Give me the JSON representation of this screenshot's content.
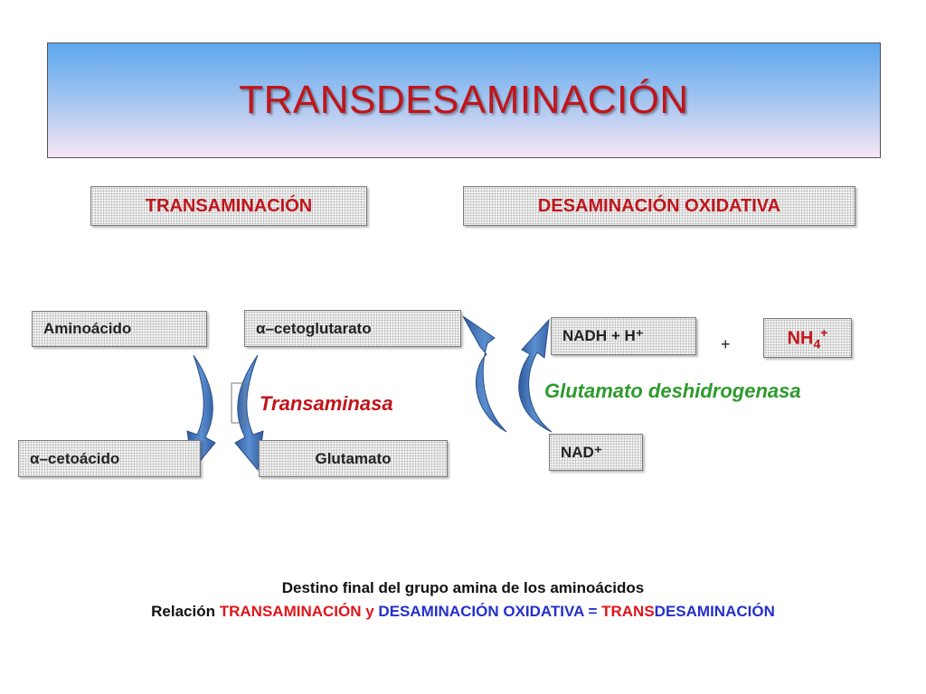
{
  "title": "TRANSDESAMINACIÓN",
  "sections": {
    "transamination": "TRANSAMINACIÓN",
    "oxidative_deamination": "DESAMINACIÓN OXIDATIVA"
  },
  "compounds": {
    "aminoacid": "Aminoácido",
    "alpha_ketoglutarate": "α–cetoglutarato",
    "alpha_ketoacid": "α–cetoácido",
    "glutamate": "Glutamato",
    "nadh": "NADH + H⁺",
    "nad": "NAD⁺",
    "ammonium_base": "NH",
    "ammonium_sub": "4",
    "ammonium_sup": "+"
  },
  "plus_sign": "+",
  "enzymes": {
    "transaminase": "Transaminasa",
    "glutamate_dehydrogenase": "Glutamato deshidrogenasa"
  },
  "colors": {
    "title_red": "#c0151b",
    "enzyme_transaminase": "#c0151b",
    "enzyme_gdh": "#2e9a2e",
    "arrow_fill": "#3f6fb4",
    "footer_red": "#e0161c",
    "footer_blue": "#2430c8"
  },
  "footer": {
    "line1": "Destino final del grupo amina de los aminoácidos",
    "line2_prefix": "Relación ",
    "line2_trans": "TRANSAMINACIÓN",
    "line2_y": " y ",
    "line2_desam": "DESAMINACIÓN OXIDATIVA",
    "line2_eq": " = ",
    "line2_trans2": "TRANS",
    "line2_desam2": "DESAMINACIÓN"
  }
}
